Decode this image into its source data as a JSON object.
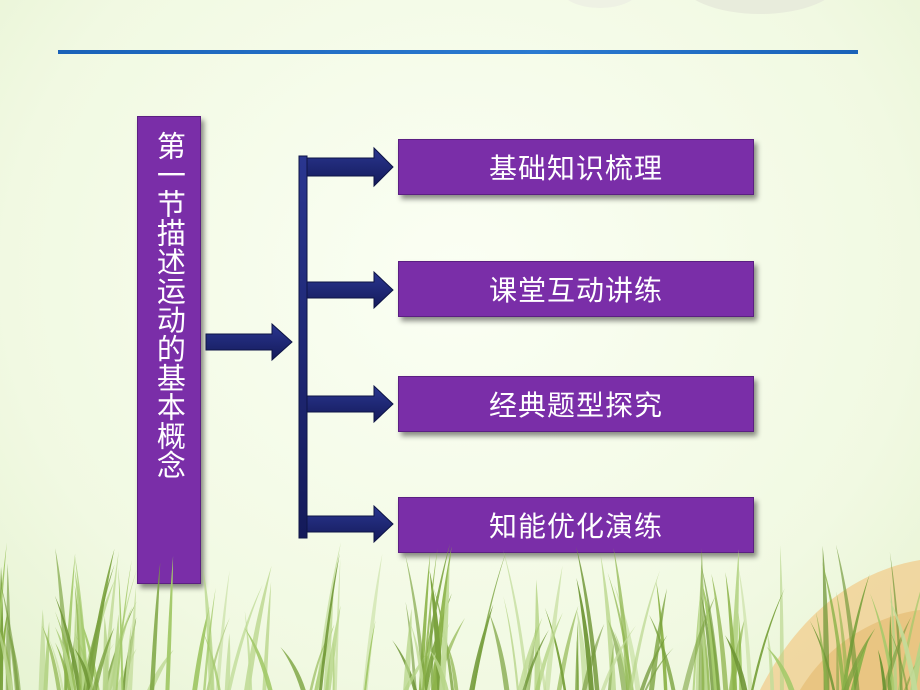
{
  "slide": {
    "vertical_title": "第一节描述运动的基本概念",
    "items": [
      {
        "label": "基础知识梳理"
      },
      {
        "label": "课堂互动讲练"
      },
      {
        "label": "经典题型探究"
      },
      {
        "label": "知能优化演练"
      }
    ]
  },
  "colors": {
    "box_fill": "#7a2ea8",
    "arrow_navy": "#1b2472",
    "top_line": "#1a62b8",
    "background": "#f3fae6",
    "grass": "#9bbf5a"
  }
}
